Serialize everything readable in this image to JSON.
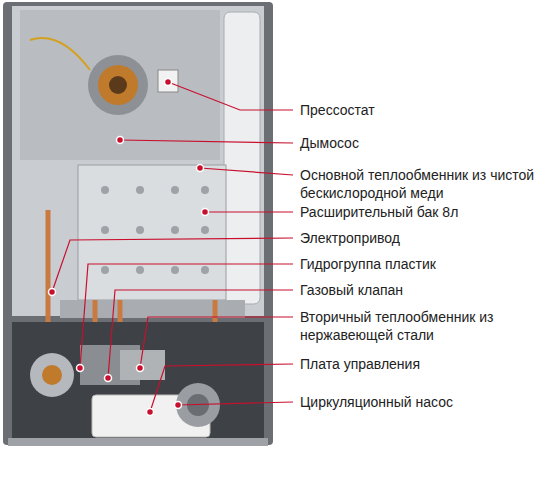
{
  "diagram": {
    "labels": [
      "Прессостат",
      "Дымосос",
      "Основной теплообменник из чистой бескислородной меди",
      "Расширительный бак 8л",
      "Электропривод",
      "Гидрогруппа пластик",
      "Газовый клапан",
      "Вторичный теплообменник из нержавеющей стали",
      "Плата управления",
      "Циркуляционный насос"
    ]
  }
}
